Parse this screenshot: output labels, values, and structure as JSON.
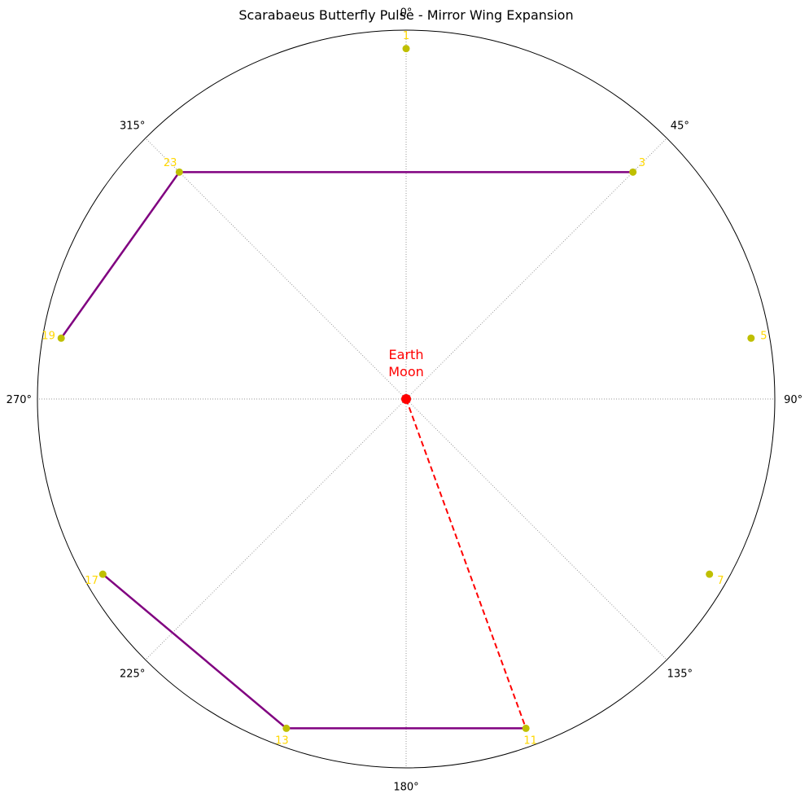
{
  "chart_data": {
    "type": "scatter",
    "title": "Scarabaeus Butterfly Pulse - Mirror Wing Expansion",
    "projection": "polar",
    "theta_zero_location": "top",
    "theta_direction": "clockwise",
    "grid": true,
    "angle_ticks": [
      {
        "deg": 0,
        "label": "0°"
      },
      {
        "deg": 45,
        "label": "45°"
      },
      {
        "deg": 90,
        "label": "90°"
      },
      {
        "deg": 135,
        "label": "135°"
      },
      {
        "deg": 180,
        "label": "180°"
      },
      {
        "deg": 225,
        "label": "225°"
      },
      {
        "deg": 270,
        "label": "270°"
      },
      {
        "deg": 315,
        "label": "315°"
      }
    ],
    "center": {
      "label_lines": [
        "Earth",
        "Moon"
      ],
      "color": "#ff0000"
    },
    "points": [
      {
        "label": "1",
        "theta": 0,
        "r": 0.95
      },
      {
        "label": "3",
        "theta": 45,
        "r": 0.87
      },
      {
        "label": "5",
        "theta": 80,
        "r": 0.95
      },
      {
        "label": "7",
        "theta": 120,
        "r": 0.95
      },
      {
        "label": "11",
        "theta": 160,
        "r": 0.95
      },
      {
        "label": "13",
        "theta": 200,
        "r": 0.95
      },
      {
        "label": "17",
        "theta": 240,
        "r": 0.95
      },
      {
        "label": "19",
        "theta": 280,
        "r": 0.95
      },
      {
        "label": "23",
        "theta": 315,
        "r": 0.87
      }
    ],
    "solid_path_segments": [
      [
        "3",
        "23"
      ],
      [
        "23",
        "19"
      ],
      [
        "17",
        "13"
      ],
      [
        "13",
        "11"
      ]
    ],
    "dashed_segments": [
      [
        "center",
        "11"
      ]
    ],
    "colors": {
      "point": "#bfbf00",
      "point_label": "#ffd700",
      "solid_line": "#800080",
      "dashed_line": "#ff0000",
      "center_marker": "#ff0000",
      "grid": "#999999"
    }
  }
}
